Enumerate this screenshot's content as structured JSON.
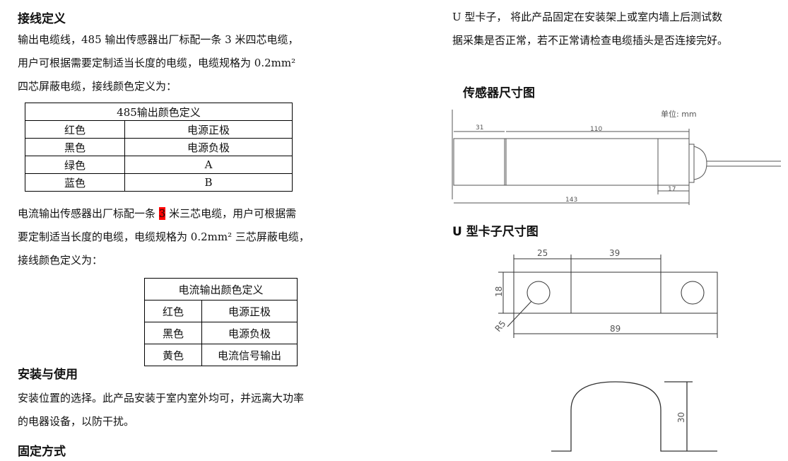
{
  "left": {
    "h1": "接线定义",
    "p1": [
      "输出电缆线，485 输出传感器出厂标配一条 3 米四芯电缆，",
      "用户可根据需要定制适当长度的电缆，电缆规格为 0.2mm²",
      "四芯屏蔽电缆，接线颜色定义为："
    ],
    "table1": {
      "title": "485输出颜色定义",
      "rows": [
        [
          "红色",
          "电源正极"
        ],
        [
          "黑色",
          "电源负极"
        ],
        [
          "绿色",
          "A"
        ],
        [
          "蓝色",
          "B"
        ]
      ]
    },
    "p2a": "电流输出传感器出厂标配一条 ",
    "p2hl": "3",
    "p2b": " 米三芯电缆，用户可根据需",
    "p2": [
      "要定制适当长度的电缆，电缆规格为 0.2mm² 三芯屏蔽电缆，",
      "接线颜色定义为："
    ],
    "table2": {
      "title": "电流输出颜色定义",
      "rows": [
        [
          "红色",
          "电源正极"
        ],
        [
          "黑色",
          "电源负极"
        ],
        [
          "黄色",
          "电流信号输出"
        ]
      ]
    },
    "h2": "安装与使用",
    "p3": [
      "安装位置的选择。此产品安装于室内室外均可，并远离大功率",
      "的电器设备，以防干扰。"
    ],
    "h3": "固定方式"
  },
  "right": {
    "p1": [
      "U 型卡子，  将此产品固定在安装架上或室内墙上后测试数",
      "据采集是否正常，若不正常请检查电缆插头是否连接完好。"
    ],
    "h1": "传感器尺寸图",
    "sensor": {
      "unit": "单位: mm",
      "d31": "31",
      "d110": "110",
      "d17": "17",
      "d143": "143"
    },
    "h2": "U 型卡子尺寸图",
    "bracket": {
      "d25": "25",
      "d39": "39",
      "d18": "18",
      "r5": "R5",
      "d89": "89",
      "d30": "30"
    },
    "highlight_color": "#ff0000"
  }
}
